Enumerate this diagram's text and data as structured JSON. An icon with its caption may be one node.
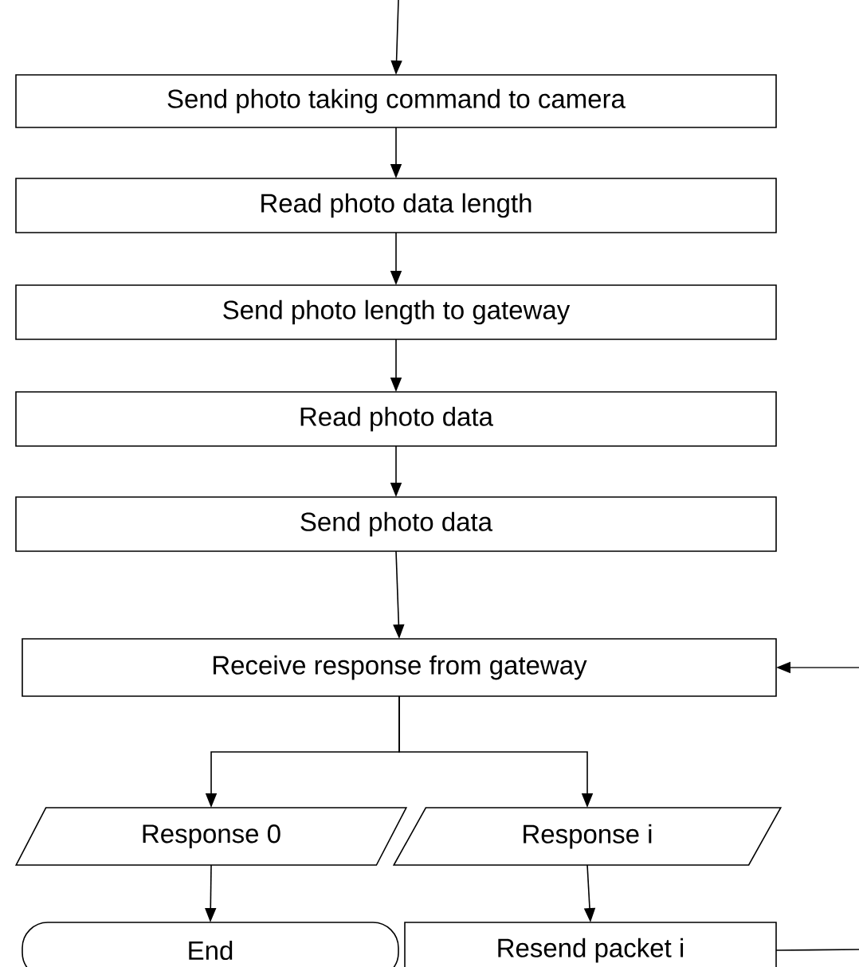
{
  "diagram": {
    "nodes": [
      {
        "text": [
          "Send photo taking command to camera"
        ]
      },
      {
        "text": [
          "Read photo data length"
        ]
      },
      {
        "text": [
          "Send photo length to gateway"
        ]
      },
      {
        "text": [
          "Read photo data"
        ]
      },
      {
        "text": [
          "Send photo data"
        ]
      },
      {
        "text": [
          "Receive response from gateway"
        ]
      },
      {
        "text": [
          "Response 0"
        ]
      },
      {
        "text": [
          "Response i"
        ]
      },
      {
        "text": [
          "End"
        ]
      },
      {
        "text": [
          "Resend packet i"
        ]
      }
    ],
    "edges": [
      {
        "from": null,
        "to": 0,
        "arrow": "to"
      },
      {
        "from": 0,
        "to": 1,
        "arrow": "to"
      },
      {
        "from": 1,
        "to": 2,
        "arrow": "to"
      },
      {
        "from": 2,
        "to": 3,
        "arrow": "to"
      },
      {
        "from": 3,
        "to": 4,
        "arrow": "to"
      },
      {
        "from": 4,
        "to": 5,
        "arrow": "to"
      },
      {
        "from": 5,
        "to": 6,
        "arrow": "to"
      },
      {
        "from": 5,
        "to": 7,
        "arrow": "to"
      },
      {
        "from": 6,
        "to": 8,
        "arrow": "to"
      },
      {
        "from": 7,
        "to": 9,
        "arrow": "to"
      },
      {
        "from": 9,
        "to": null,
        "arrow": "none"
      },
      {
        "from": null,
        "to": 5,
        "arrow": "to"
      }
    ]
  }
}
